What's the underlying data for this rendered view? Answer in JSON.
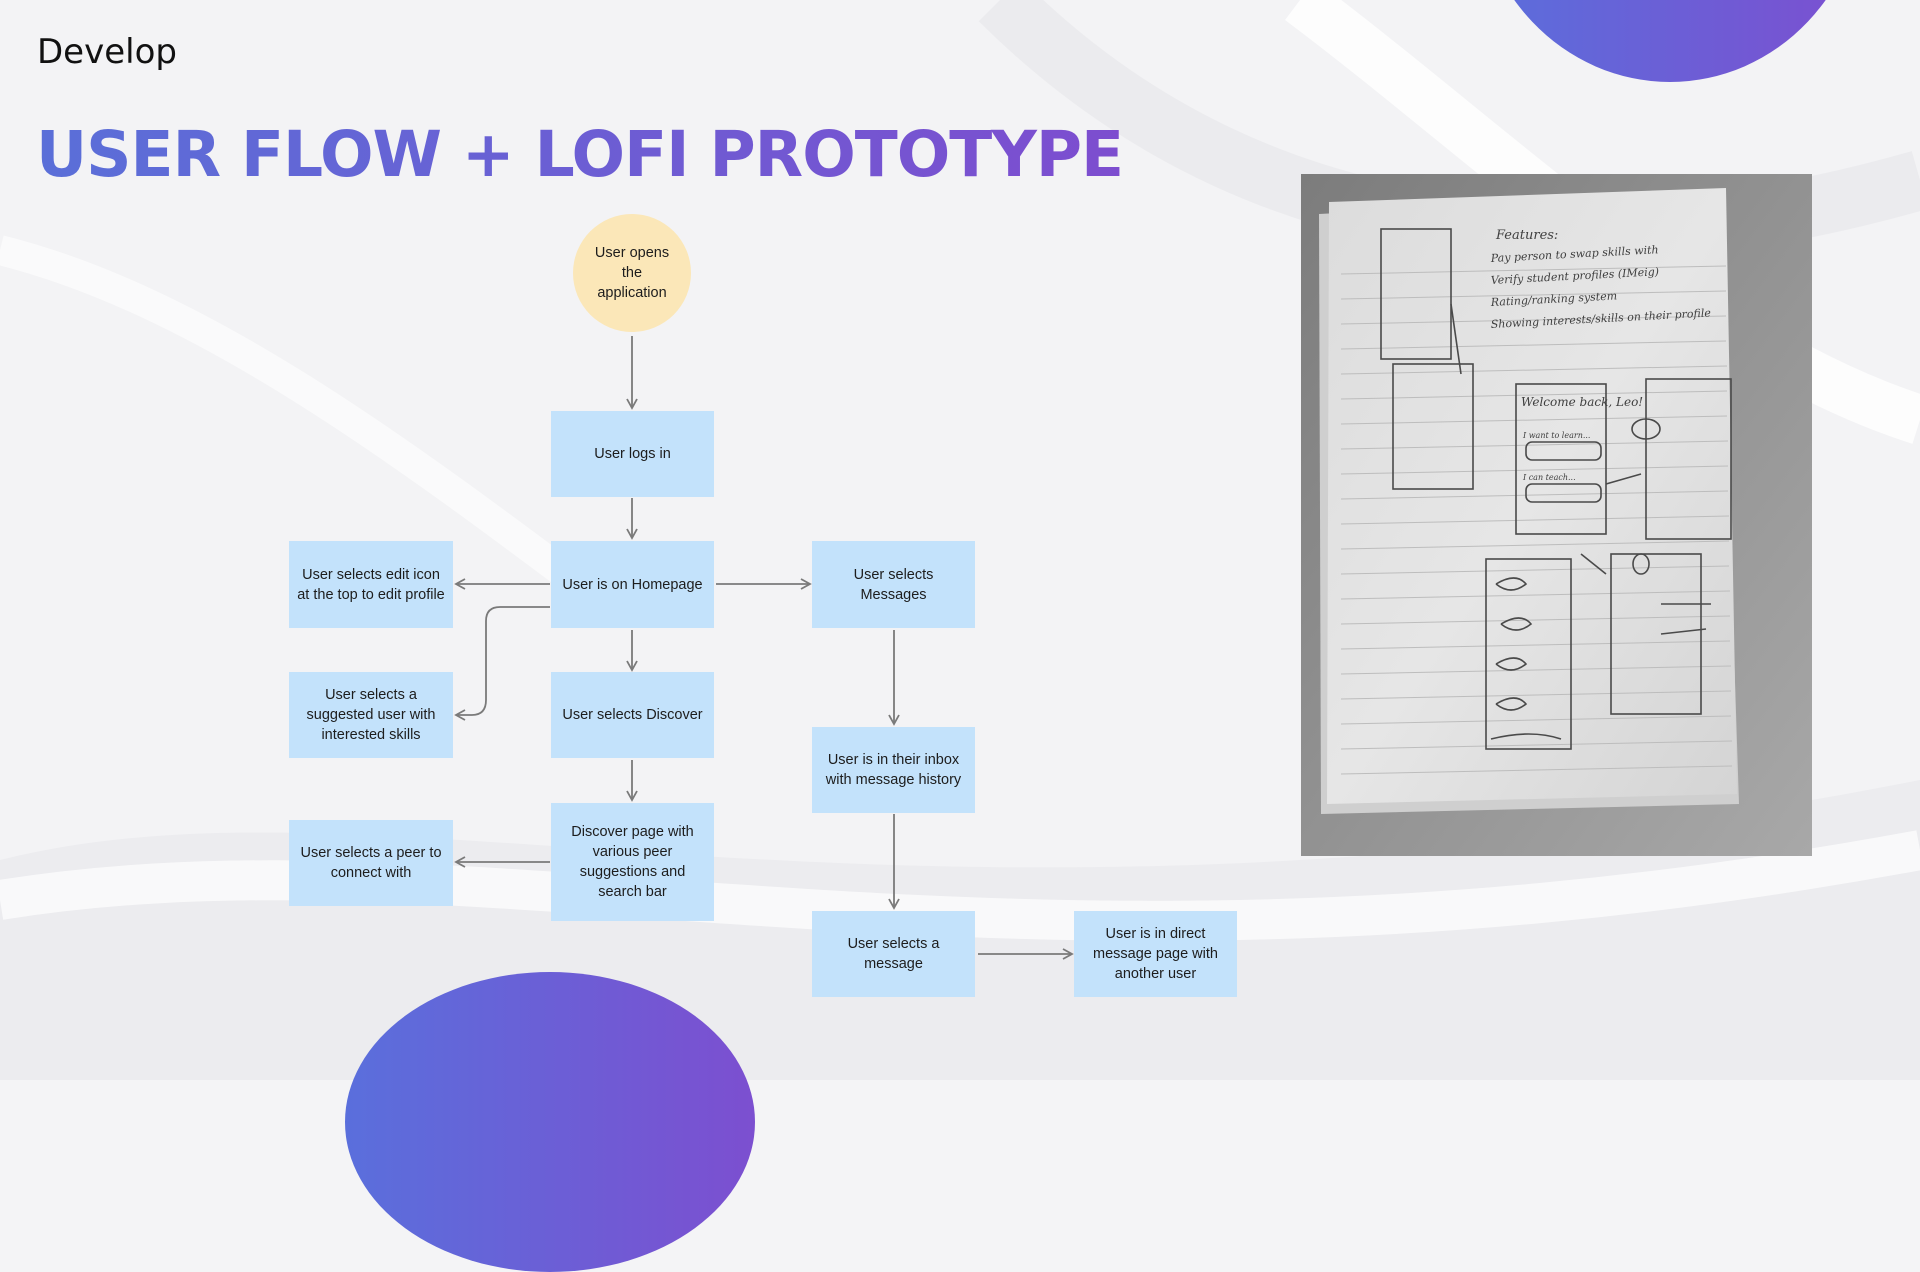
{
  "slide": {
    "section_label": "Develop",
    "title": "USER FLOW + LOFI PROTOTYPE"
  },
  "colors": {
    "accent_start": "#5a6fd8",
    "accent_end": "#7d4dcf",
    "node_fill": "#c3e2fb",
    "start_fill": "#fbe7b8",
    "arrow": "#7a7a7a"
  },
  "flow": {
    "start": "User opens the application",
    "login": "User logs in",
    "homepage": "User is on Homepage",
    "edit_profile": "User selects edit icon at the top to edit profile",
    "suggested_user": "User selects a suggested user with interested skills",
    "discover": "User selects Discover",
    "discover_page": "Discover page with various peer suggestions and search bar",
    "connect_peer": "User selects a peer to connect with",
    "messages": "User selects Messages",
    "inbox": "User is in their inbox with message history",
    "select_message": "User selects a message",
    "direct_message": "User is in direct message page with another user"
  },
  "sketch": {
    "features_heading": "Features:",
    "feature_1": "Pay person to swap skills with",
    "feature_2": "Verify student profiles (IMeig)",
    "feature_3": "Rating/ranking system",
    "feature_4": "Showing interests/skills on their profile",
    "welcome": "Welcome back, Leo!",
    "want": "I want to learn...",
    "can": "I can teach..."
  }
}
